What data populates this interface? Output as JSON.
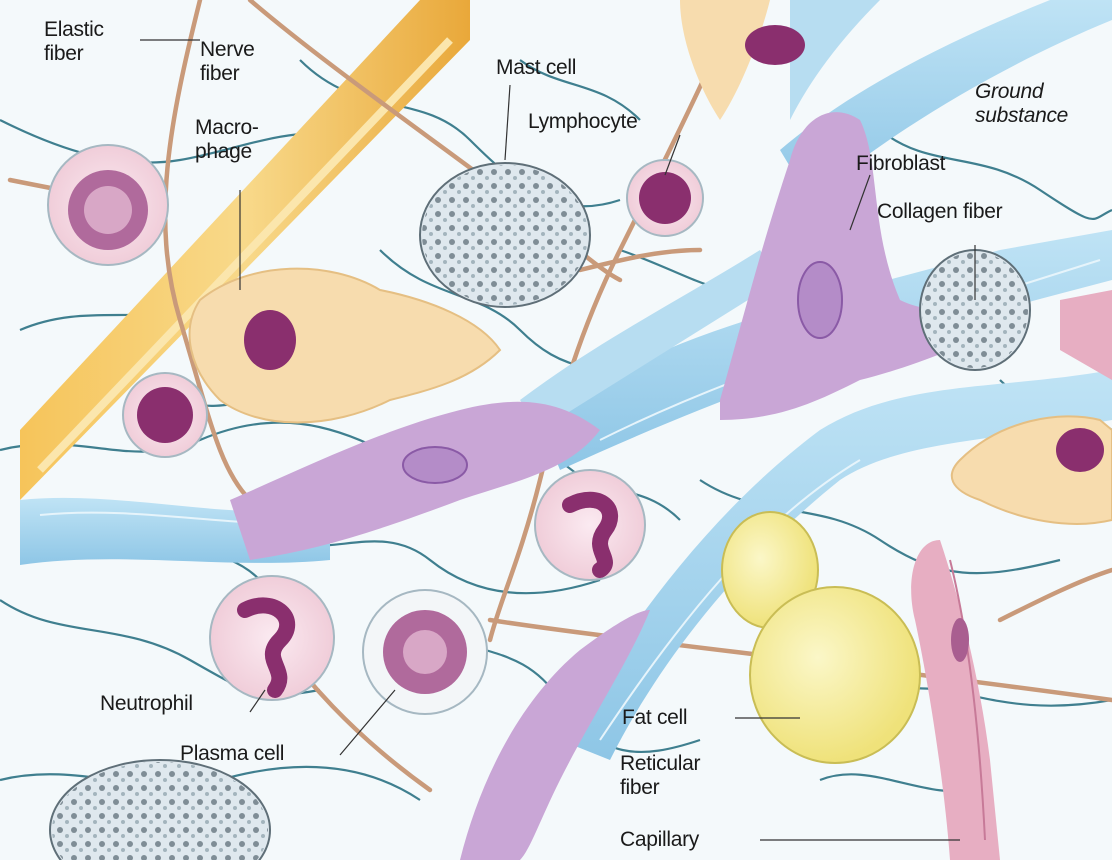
{
  "labels": {
    "elastic_fiber": "Elastic\nfiber",
    "nerve_fiber": "Nerve\nfiber",
    "macrophage": "Macro-\nphage",
    "mast_cell": "Mast cell",
    "lymphocyte": "Lymphocyte",
    "ground_substance": "Ground\nsubstance",
    "fibroblast": "Fibroblast",
    "collagen_fiber": "Collagen fiber",
    "neutrophil": "Neutrophil",
    "plasma_cell": "Plasma cell",
    "fat_cell": "Fat cell",
    "reticular_fiber": "Reticular\nfiber",
    "capillary": "Capillary"
  },
  "colors": {
    "background": "#f4f9fb",
    "reticular_fiber": "#3f7f8f",
    "elastic_fiber": "#c99a7a",
    "nerve_fiber": "#f2b544",
    "collagen_fiber": "#9fd0ea",
    "fibroblast": "#c9a6d6",
    "nucleus": "#8a2f6e",
    "fat_cell": "#f6f0a0",
    "capillary": "#d99ab0",
    "macrophage": "#f7dcae"
  }
}
